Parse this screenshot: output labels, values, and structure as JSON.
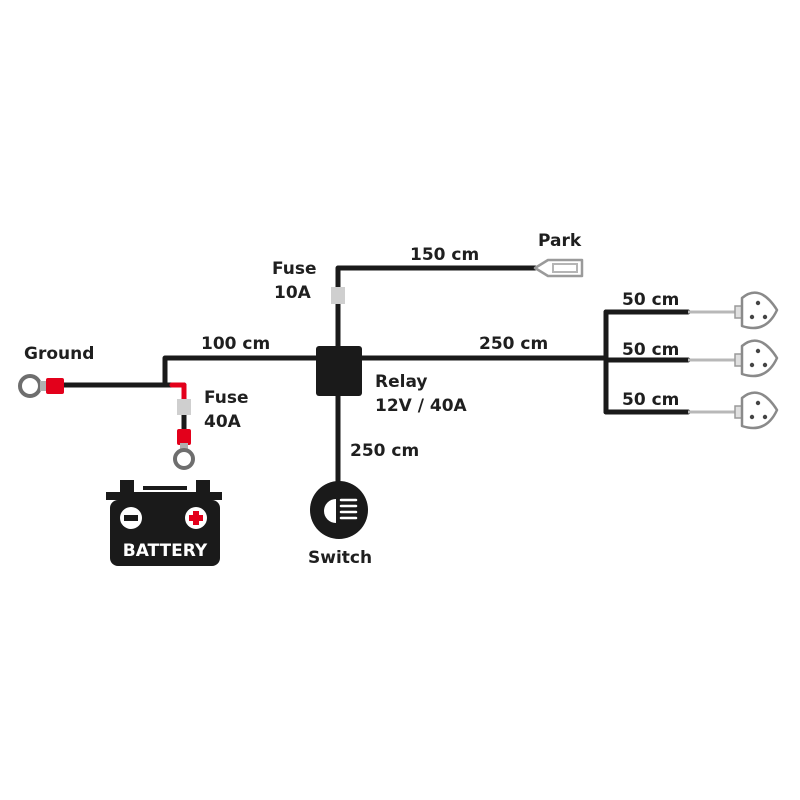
{
  "labels": {
    "ground": "Ground",
    "fuse_40": [
      "Fuse",
      "40A"
    ],
    "fuse_10": [
      "Fuse",
      "10A"
    ],
    "len_100": "100 cm",
    "len_150": "150 cm",
    "len_250_main": "250 cm",
    "len_250_switch": "250 cm",
    "park": "Park",
    "relay": [
      "Relay",
      "12V / 40A"
    ],
    "switch": "Switch",
    "battery": "BATTERY",
    "light_lengths": [
      "50 cm",
      "50 cm",
      "50 cm"
    ]
  },
  "colors": {
    "wire": "#1a1a1a",
    "positive_wire": "#e3001b",
    "fuse": "#cfcfcf",
    "connector": "#d9d9d9"
  }
}
